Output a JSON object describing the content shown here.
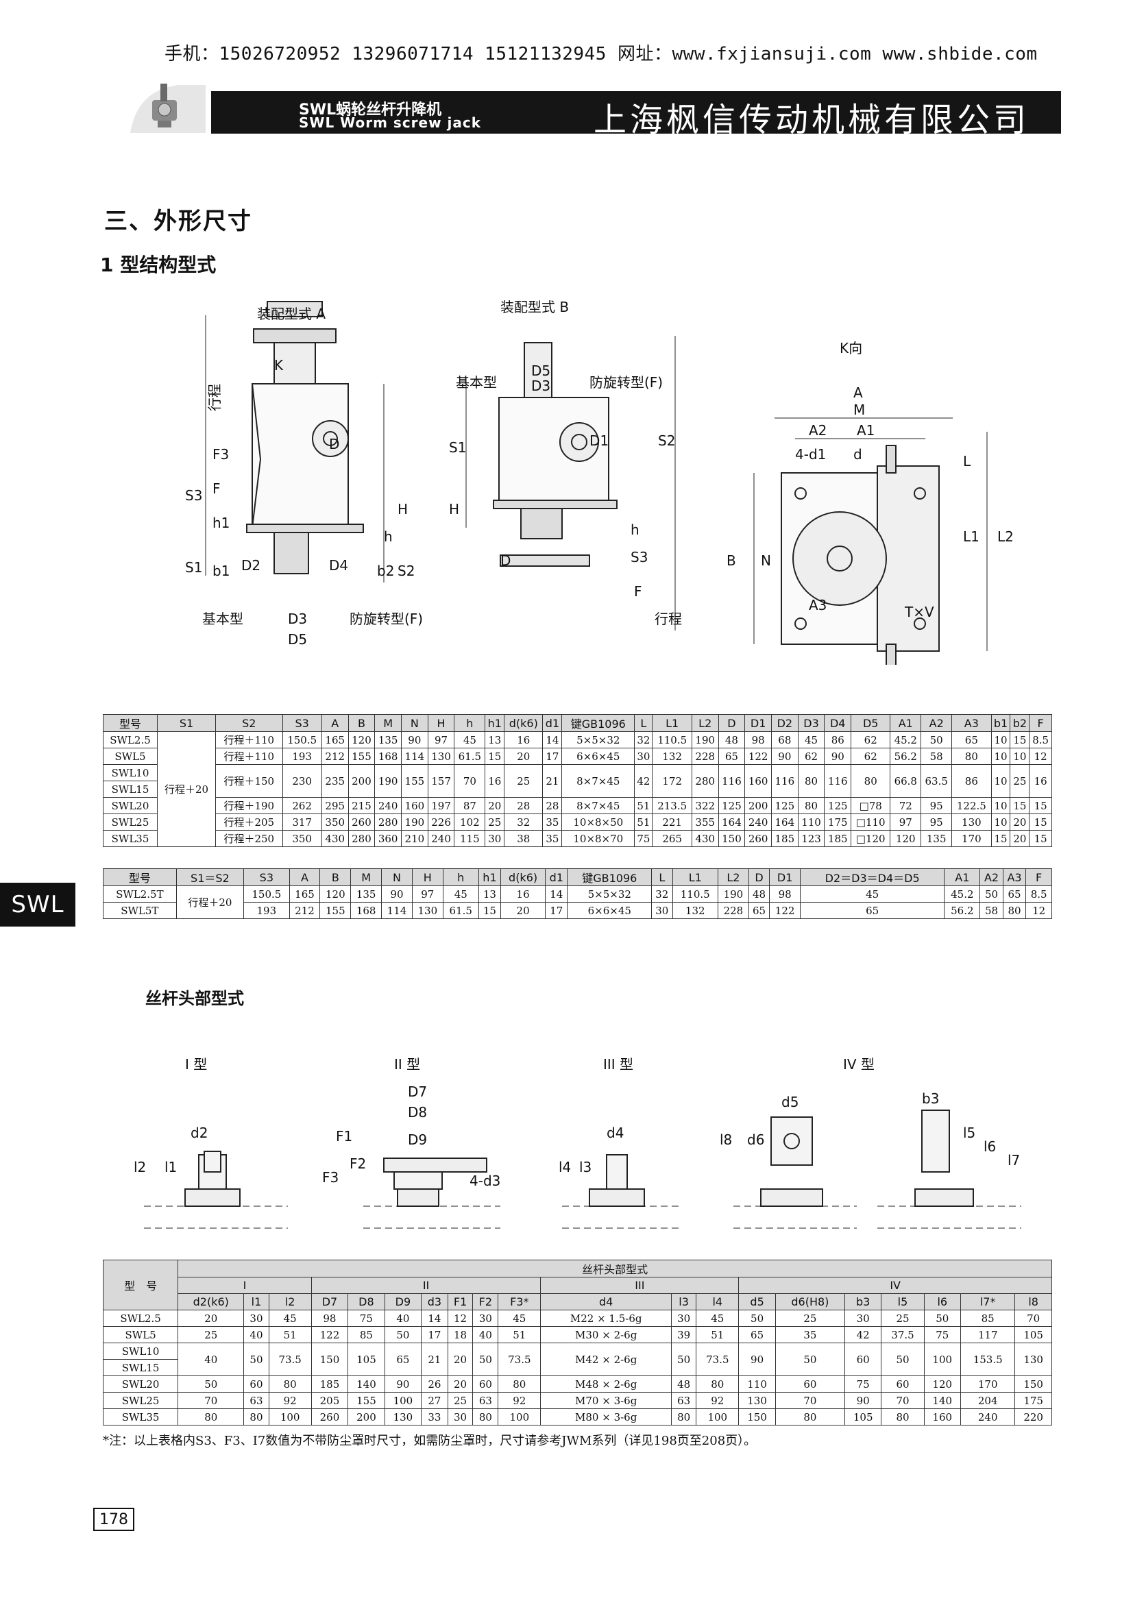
{
  "header": {
    "contact": "手机：15026720952  13296071714  15121132945 网址：www.fxjiansuji.com  www.shbide.com",
    "product_cn": "SWL蜗轮丝杆升降机",
    "product_en": "SWL Worm screw jack",
    "company": "上海枫信传动机械有限公司"
  },
  "section_title": "三、外形尺寸",
  "subsection_title": "1 型结构型式",
  "side_tab": "SWL",
  "diagram_labels": {
    "assembly_a": "装配型式 A",
    "assembly_b": "装配型式 B",
    "k_view": "K向",
    "k": "K",
    "stroke": "行程",
    "basic": "基本型",
    "anti_rotate": "防旋转型(F)",
    "F3": "F3",
    "F": "F",
    "S3": "S3",
    "h1": "h1",
    "S1": "S1",
    "b1": "b1",
    "D": "D",
    "D1": "D1",
    "D2": "D2",
    "D3": "D3",
    "D4": "D4",
    "D5": "D5",
    "H": "H",
    "h": "h",
    "b2": "b2",
    "S2": "S2",
    "A": "A",
    "M": "M",
    "A1": "A1",
    "A2": "A2",
    "A3": "A3",
    "d1": "4-d1",
    "d": "d",
    "L": "L",
    "L1": "L1",
    "L2": "L2",
    "B": "B",
    "N": "N",
    "TxV": "T×V"
  },
  "table1": {
    "headers": [
      "型号",
      "S1",
      "S2",
      "S3",
      "A",
      "B",
      "M",
      "N",
      "H",
      "h",
      "h1",
      "d(k6)",
      "d1",
      "键GB1096",
      "L",
      "L1",
      "L2",
      "D",
      "D1",
      "D2",
      "D3",
      "D4",
      "D5",
      "A1",
      "A2",
      "A3",
      "b1",
      "b2",
      "F"
    ],
    "s1_merged": "行程＋20",
    "rows": [
      [
        "SWL2.5",
        "行程＋110",
        "150.5",
        "165",
        "120",
        "135",
        "90",
        "97",
        "45",
        "13",
        "16",
        "14",
        "5×5×32",
        "32",
        "110.5",
        "190",
        "48",
        "98",
        "68",
        "45",
        "86",
        "62",
        "45.2",
        "50",
        "65",
        "10",
        "15",
        "8.5"
      ],
      [
        "SWL5",
        "行程＋110",
        "193",
        "212",
        "155",
        "168",
        "114",
        "130",
        "61.5",
        "15",
        "20",
        "17",
        "6×6×45",
        "30",
        "132",
        "228",
        "65",
        "122",
        "90",
        "62",
        "90",
        "62",
        "56.2",
        "58",
        "80",
        "10",
        "10",
        "12"
      ],
      [
        "SWL10/SWL15",
        "行程＋150",
        "230",
        "235",
        "200",
        "190",
        "155",
        "157",
        "70",
        "16",
        "25",
        "21",
        "8×7×45",
        "42",
        "172",
        "280",
        "116",
        "160",
        "116",
        "80",
        "116",
        "80",
        "66.8",
        "63.5",
        "86",
        "10",
        "25",
        "16"
      ],
      [
        "SWL20",
        "行程＋190",
        "262",
        "295",
        "215",
        "240",
        "160",
        "197",
        "87",
        "20",
        "28",
        "28",
        "8×7×45",
        "51",
        "213.5",
        "322",
        "125",
        "200",
        "125",
        "80",
        "125",
        "□78",
        "72",
        "95",
        "122.5",
        "10",
        "15",
        "15"
      ],
      [
        "SWL25",
        "行程＋205",
        "317",
        "350",
        "260",
        "280",
        "190",
        "226",
        "102",
        "25",
        "32",
        "35",
        "10×8×50",
        "51",
        "221",
        "355",
        "164",
        "240",
        "164",
        "110",
        "175",
        "□110",
        "97",
        "95",
        "130",
        "10",
        "20",
        "15"
      ],
      [
        "SWL35",
        "行程＋250",
        "350",
        "430",
        "280",
        "360",
        "210",
        "240",
        "115",
        "30",
        "38",
        "35",
        "10×8×70",
        "75",
        "265",
        "430",
        "150",
        "260",
        "185",
        "123",
        "185",
        "□120",
        "120",
        "135",
        "170",
        "15",
        "20",
        "15"
      ]
    ],
    "models_10_15": [
      "SWL10",
      "SWL15"
    ]
  },
  "table2": {
    "headers": [
      "型号",
      "S1＝S2",
      "S3",
      "A",
      "B",
      "M",
      "N",
      "H",
      "h",
      "h1",
      "d(k6)",
      "d1",
      "键GB1096",
      "L",
      "L1",
      "L2",
      "D",
      "D1",
      "D2＝D3＝D4＝D5",
      "A1",
      "A2",
      "A3",
      "F"
    ],
    "s_merged": "行程＋20",
    "rows": [
      [
        "SWL2.5T",
        "150.5",
        "165",
        "120",
        "135",
        "90",
        "97",
        "45",
        "13",
        "16",
        "14",
        "5×5×32",
        "32",
        "110.5",
        "190",
        "48",
        "98",
        "45",
        "45.2",
        "50",
        "65",
        "8.5"
      ],
      [
        "SWL5T",
        "193",
        "212",
        "155",
        "168",
        "114",
        "130",
        "61.5",
        "15",
        "20",
        "17",
        "6×6×45",
        "30",
        "132",
        "228",
        "65",
        "122",
        "65",
        "56.2",
        "58",
        "80",
        "12"
      ]
    ]
  },
  "screw_head": {
    "title": "丝杆头部型式",
    "types": [
      "I 型",
      "II 型",
      "III 型",
      "IV 型"
    ],
    "labels": {
      "d2": "d2",
      "l1": "l1",
      "l2": "l2",
      "D7": "D7",
      "D8": "D8",
      "D9": "D9",
      "F1": "F1",
      "F2": "F2",
      "F3": "F3",
      "d3": "4-d3",
      "d4": "d4",
      "l3": "l3",
      "l4": "l4",
      "d5": "d5",
      "d6": "d6",
      "l8": "l8",
      "b3": "b3",
      "l5": "l5",
      "l6": "l6",
      "l7": "l7"
    }
  },
  "table3": {
    "title": "丝杆头部型式",
    "model_header": "型　号",
    "groups": [
      "I",
      "II",
      "III",
      "IV"
    ],
    "headers": [
      "d2(k6)",
      "l1",
      "l2",
      "D7",
      "D8",
      "D9",
      "d3",
      "F1",
      "F2",
      "F3*",
      "d4",
      "l3",
      "l4",
      "d5",
      "d6(H8)",
      "b3",
      "l5",
      "l6",
      "l7*",
      "l8"
    ],
    "rows": [
      [
        "SWL2.5",
        "20",
        "30",
        "45",
        "98",
        "75",
        "40",
        "14",
        "12",
        "30",
        "45",
        "M22 × 1.5-6g",
        "30",
        "45",
        "50",
        "25",
        "30",
        "25",
        "50",
        "85",
        "70"
      ],
      [
        "SWL5",
        "25",
        "40",
        "51",
        "122",
        "85",
        "50",
        "17",
        "18",
        "40",
        "51",
        "M30 × 2-6g",
        "39",
        "51",
        "65",
        "35",
        "42",
        "37.5",
        "75",
        "117",
        "105"
      ],
      [
        "SWL10/SWL15",
        "40",
        "50",
        "73.5",
        "150",
        "105",
        "65",
        "21",
        "20",
        "50",
        "73.5",
        "M42 × 2-6g",
        "50",
        "73.5",
        "90",
        "50",
        "60",
        "50",
        "100",
        "153.5",
        "130"
      ],
      [
        "SWL20",
        "50",
        "60",
        "80",
        "185",
        "140",
        "90",
        "26",
        "20",
        "60",
        "80",
        "M48 × 2-6g",
        "48",
        "80",
        "110",
        "60",
        "75",
        "60",
        "120",
        "170",
        "150"
      ],
      [
        "SWL25",
        "70",
        "63",
        "92",
        "205",
        "155",
        "100",
        "27",
        "25",
        "63",
        "92",
        "M70 × 3-6g",
        "63",
        "92",
        "130",
        "70",
        "90",
        "70",
        "140",
        "204",
        "175"
      ],
      [
        "SWL35",
        "80",
        "80",
        "100",
        "260",
        "200",
        "130",
        "33",
        "30",
        "80",
        "100",
        "M80 × 3-6g",
        "80",
        "100",
        "150",
        "80",
        "105",
        "80",
        "160",
        "240",
        "220"
      ]
    ]
  },
  "footnote": "*注：以上表格内S3、F3、I7数值为不带防尘罩时尺寸，如需防尘罩时，尺寸请参考JWM系列（详见198页至208页）。",
  "page_number": "178"
}
